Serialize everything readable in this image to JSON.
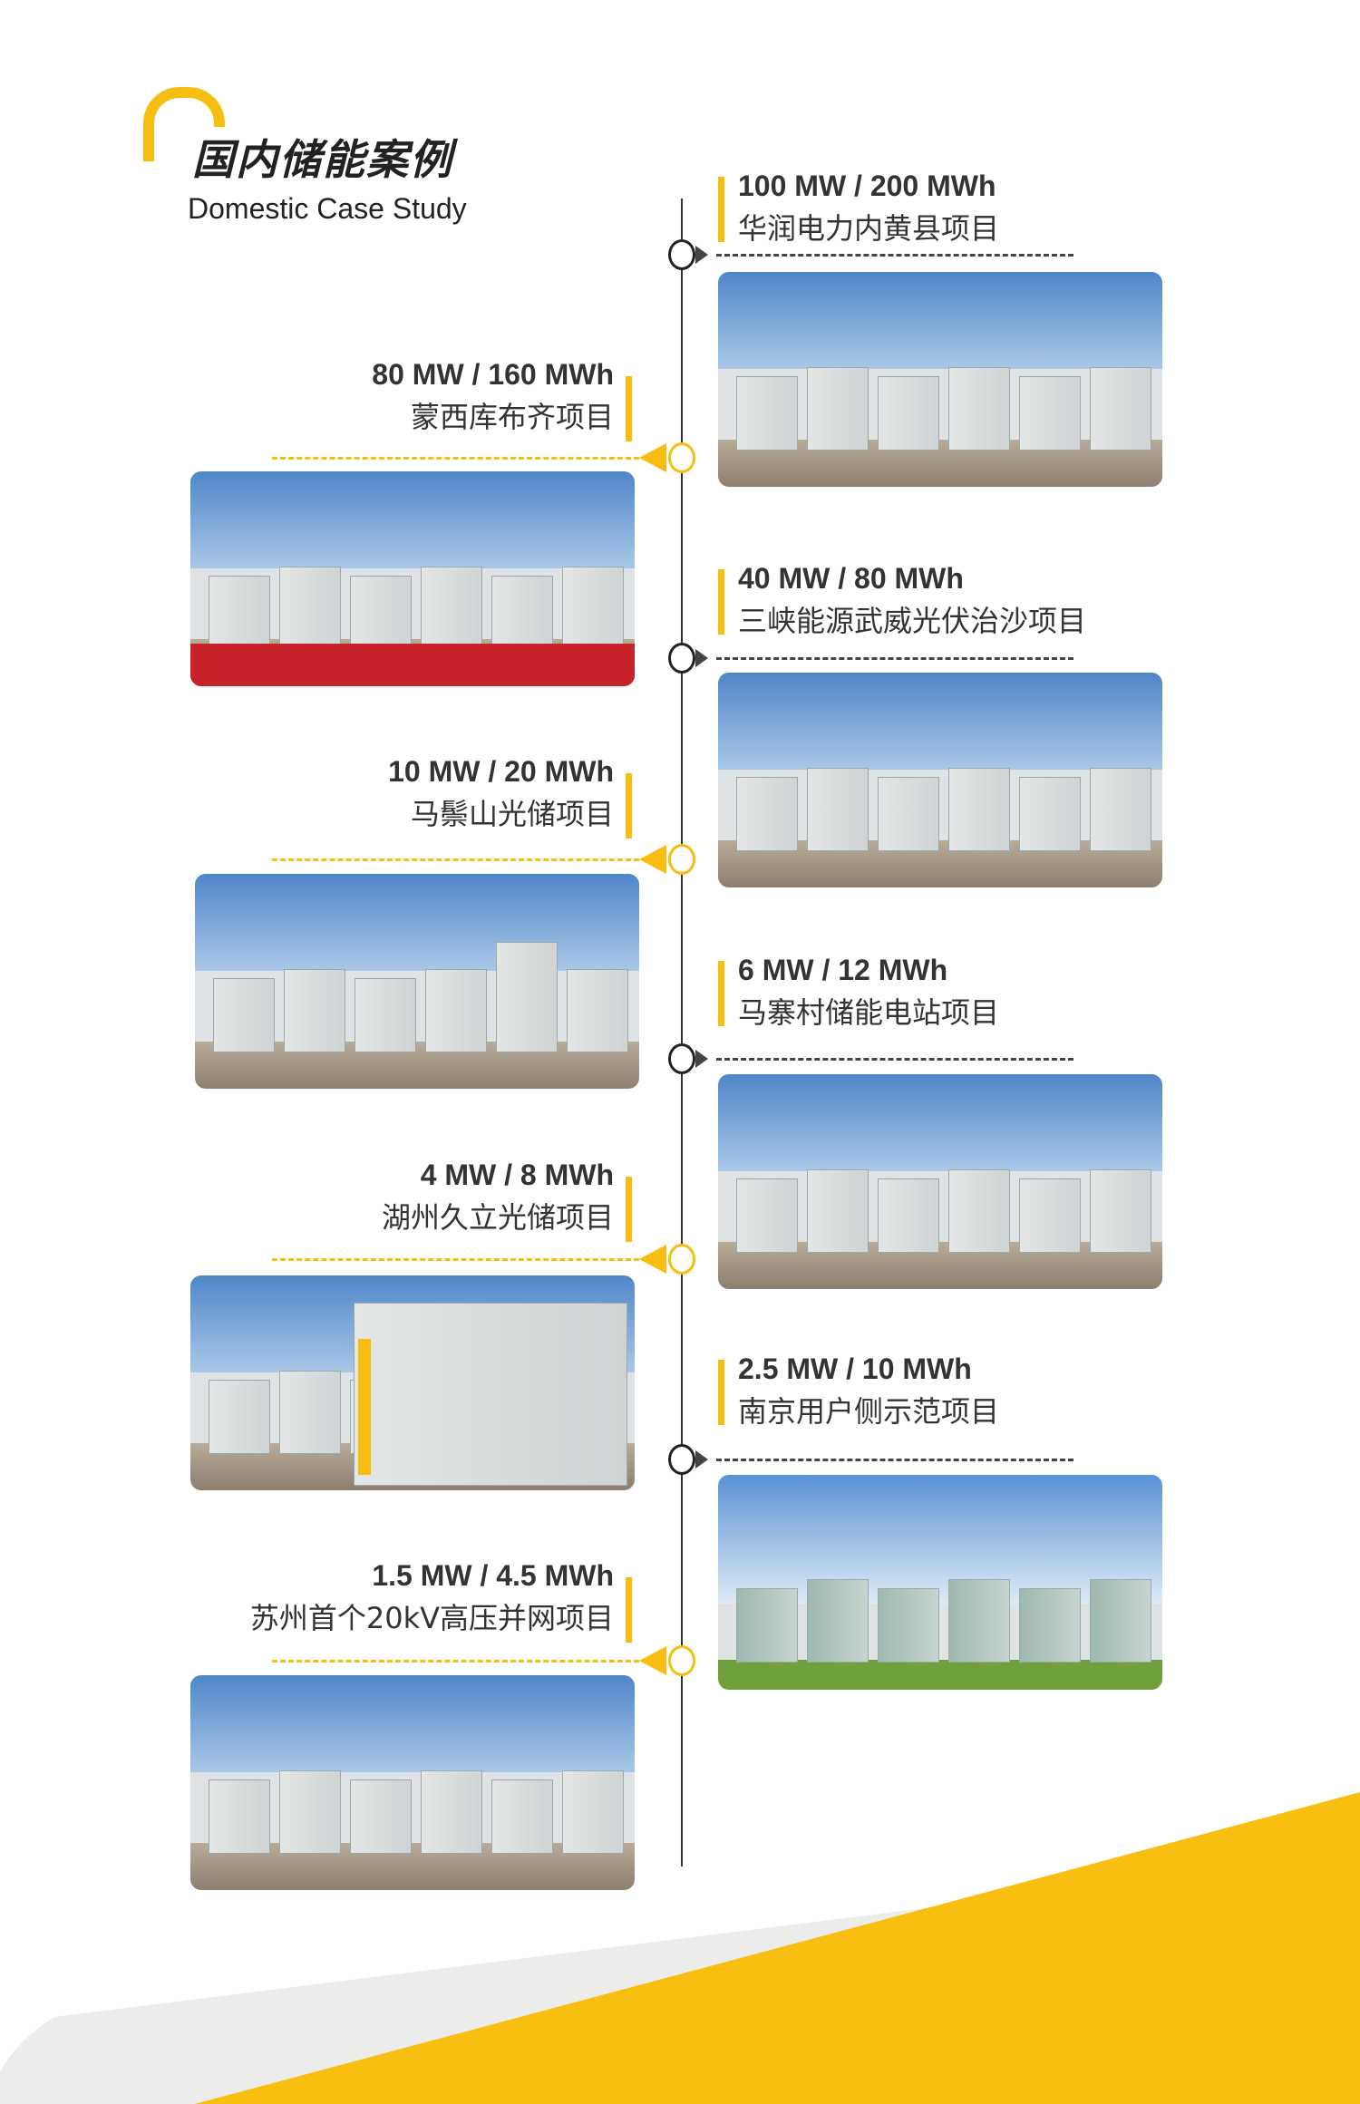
{
  "header": {
    "title_cn": "国内储能案例",
    "title_en": "Domestic Case Study"
  },
  "colors": {
    "accent": "#f7bd10",
    "line": "#333333",
    "band": "#ececea"
  },
  "cases": [
    {
      "capacity": "100 MW / 200 MWh",
      "name": "华润电力内黄县项目",
      "side": "right"
    },
    {
      "capacity": "80 MW / 160 MWh",
      "name": "蒙西库布齐项目",
      "side": "left"
    },
    {
      "capacity": "40 MW / 80 MWh",
      "name": "三峡能源武威光伏治沙项目",
      "side": "right"
    },
    {
      "capacity": "10 MW / 20 MWh",
      "name": "马鬃山光储项目",
      "side": "left"
    },
    {
      "capacity": "6 MW / 12 MWh",
      "name": "马寨村储能电站项目",
      "side": "right"
    },
    {
      "capacity": "4 MW / 8 MWh",
      "name": "湖州久立光储项目",
      "side": "left"
    },
    {
      "capacity": "2.5 MW / 10 MWh",
      "name": "南京用户侧示范项目",
      "side": "right"
    },
    {
      "capacity": "1.5 MW / 4.5 MWh",
      "name": "苏州首个20kV高压并网项目",
      "side": "left"
    }
  ]
}
